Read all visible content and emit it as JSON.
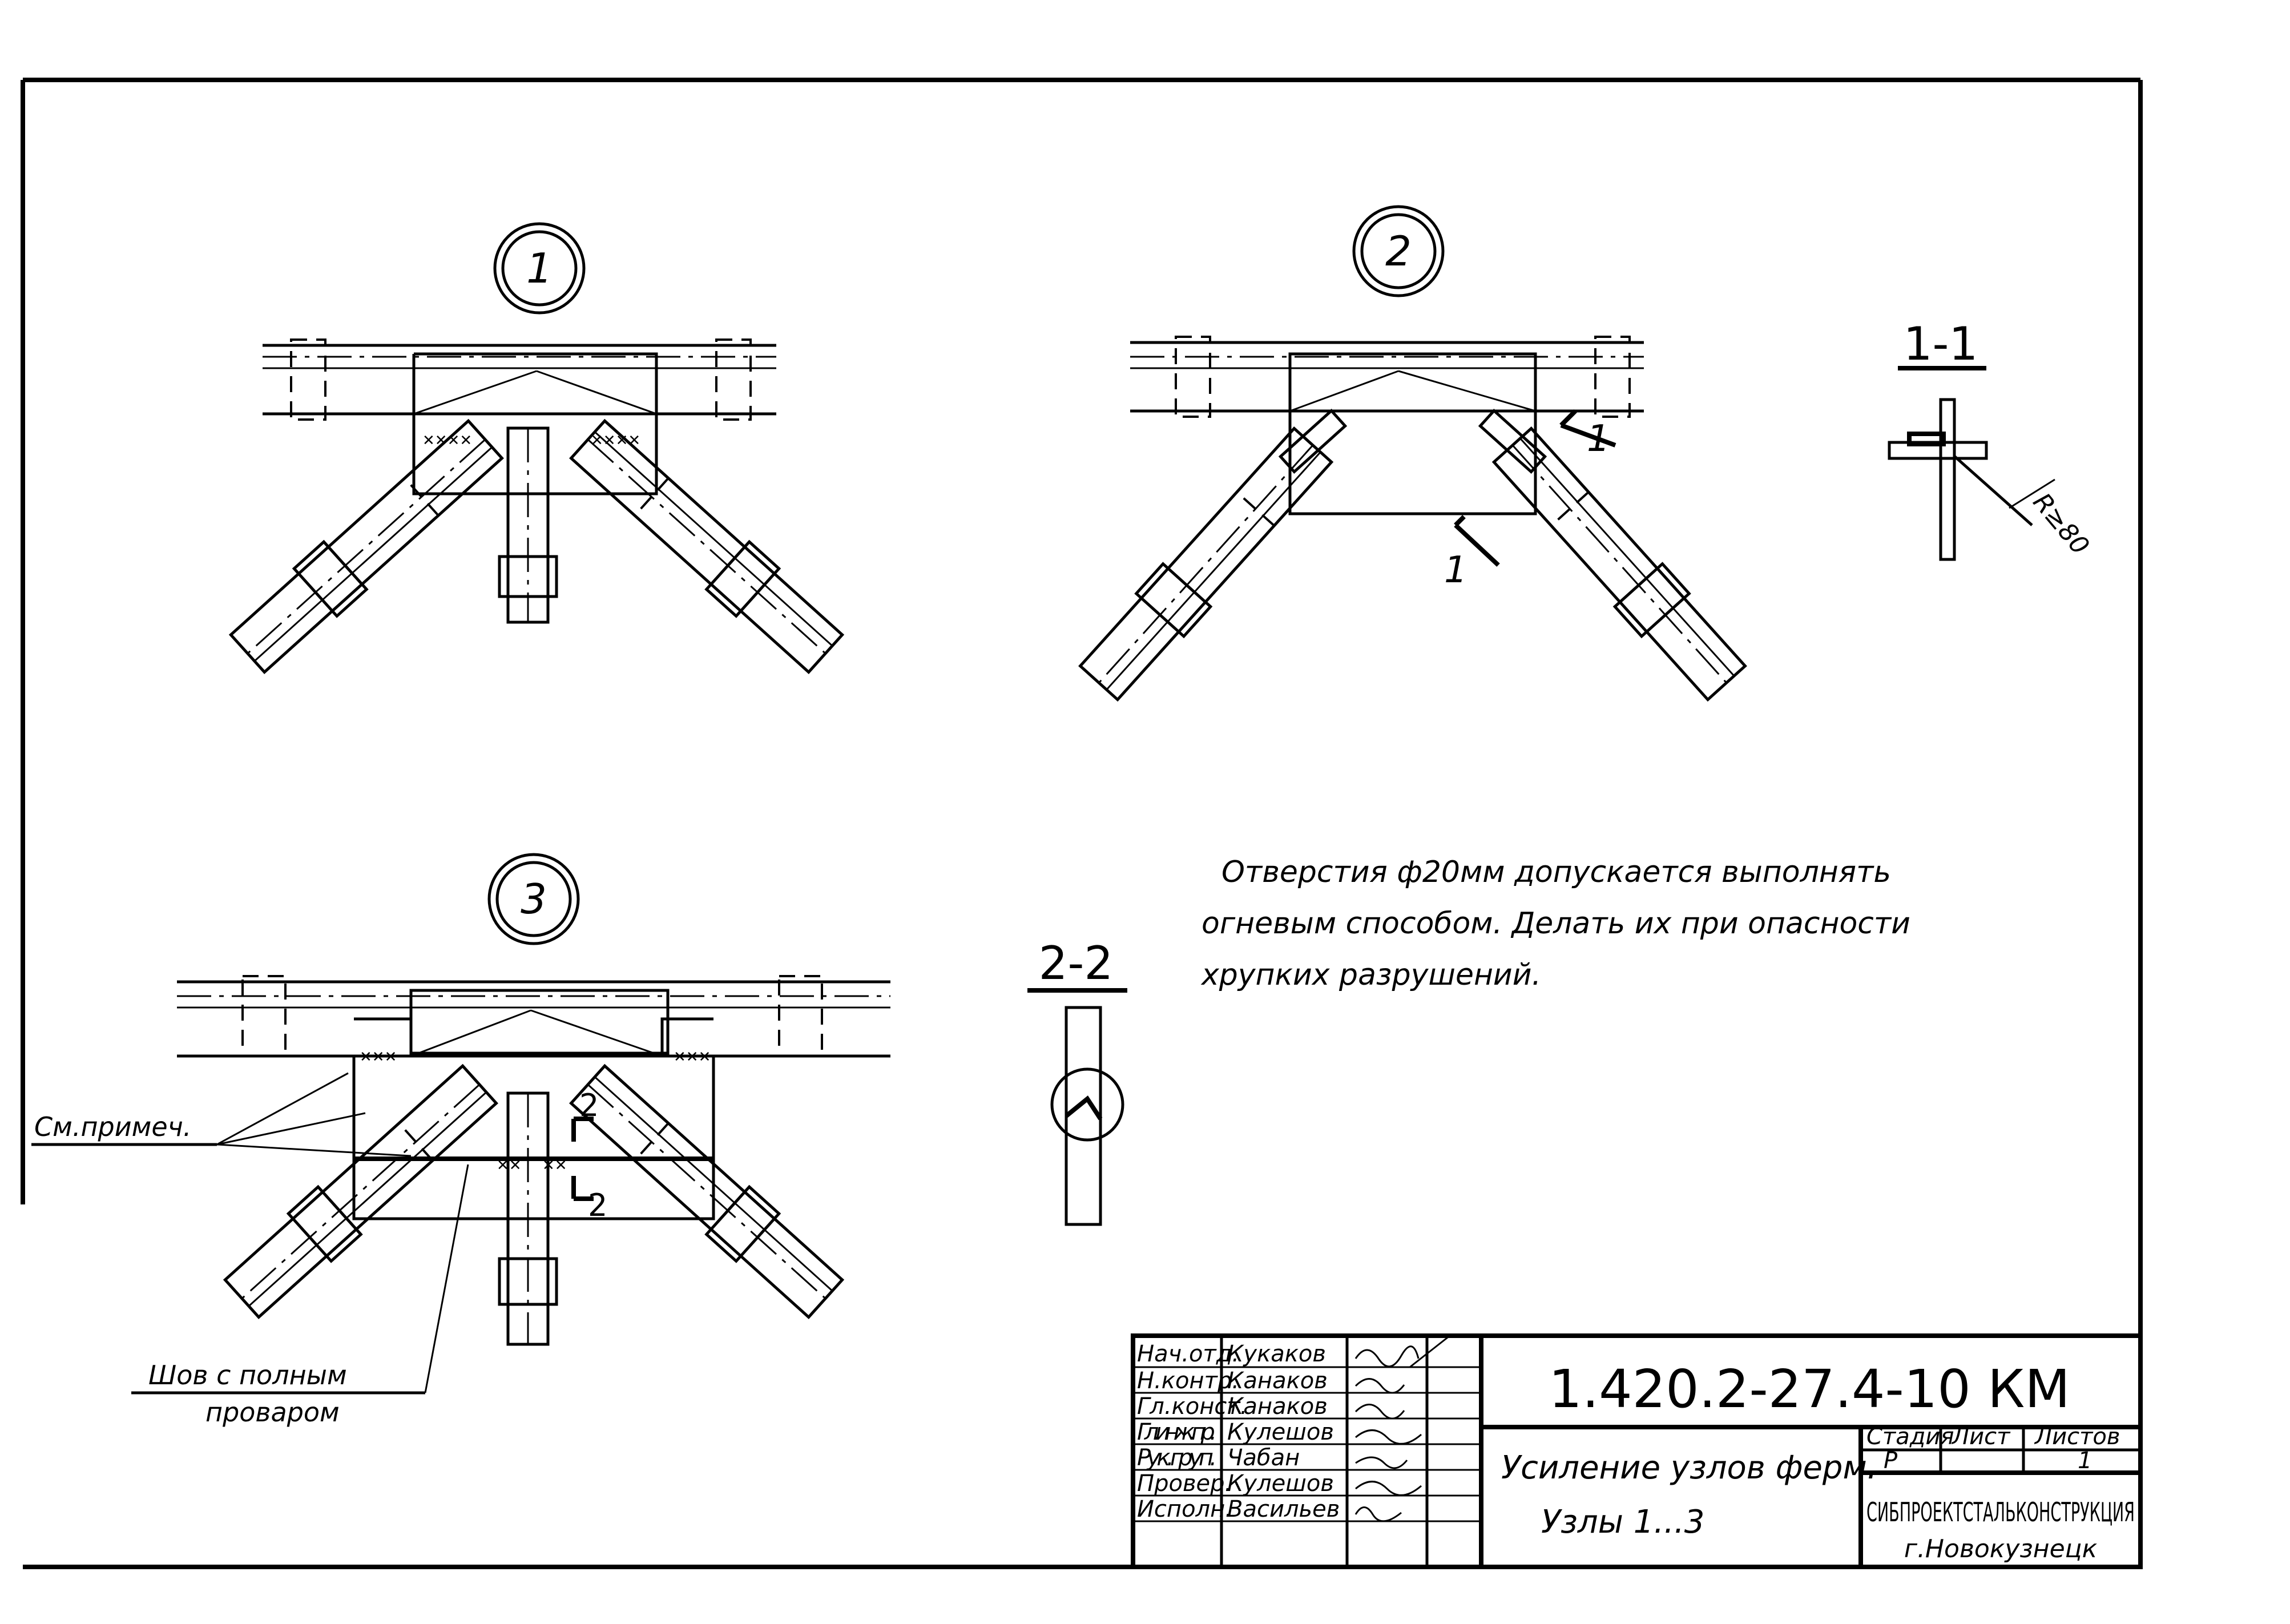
{
  "nodes": {
    "node1_label": "1",
    "node2_label": "2",
    "node3_label": "3"
  },
  "sections": {
    "s11_title": "1-1",
    "s11_mark_left": "1",
    "s11_mark_right": "1",
    "s11_radius": "R≥80",
    "s22_title": "2-2",
    "s22_mark_top": "2",
    "s22_mark_bottom": "2"
  },
  "callouts": {
    "see_note": "См.примеч.",
    "weld_line1": "Шов с полным",
    "weld_line2": "проваром"
  },
  "note": {
    "line1": "Отверстия ф20мм допускается выполнять",
    "line2": "огневым способом. Делать их при опасности",
    "line3": "хрупких разрушений."
  },
  "title_block": {
    "code": "1.420.2-27.4-10 КМ",
    "title_line1": "Усиление узлов ферм.",
    "title_line2": "Узлы 1...3",
    "stage_header": "Стадия",
    "sheet_header": "Лист",
    "sheets_header": "Листов",
    "stage_value": "Р",
    "sheet_value": "",
    "sheets_value": "1",
    "org_name": "СИБПРОЕКТСТАЛЬКОНСТРУКЦИЯ",
    "org_city": "г.Новокузнецк",
    "staff": [
      {
        "role": "Нач.отд.",
        "name": "Кукаков"
      },
      {
        "role": "Н.контр.",
        "name": "Канаков"
      },
      {
        "role": "Гл.конст.",
        "name": "Канаков"
      },
      {
        "role": "Гл.инж.пр.",
        "name": "Кулешов"
      },
      {
        "role": "Рук.груп.",
        "name": "Чабан"
      },
      {
        "role": "Провер.",
        "name": "Кулешов"
      },
      {
        "role": "Исполн.",
        "name": "Васильев"
      }
    ]
  }
}
